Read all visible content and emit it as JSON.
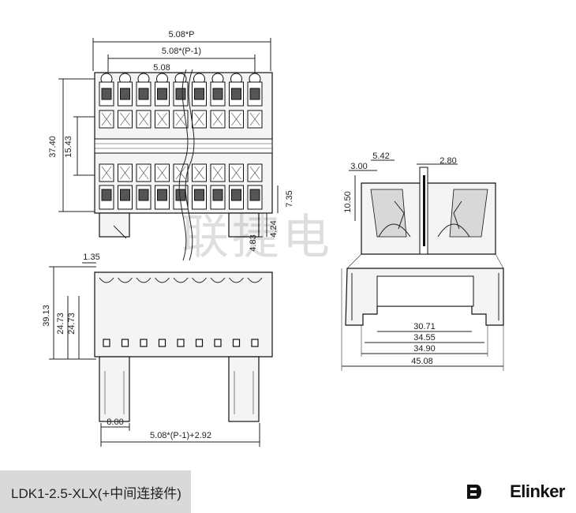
{
  "top_view": {
    "dim_total": "5.08*P",
    "dim_span": "5.08*(P-1)",
    "dim_pitch": "5.08",
    "dim_height": "37.40",
    "dim_mid": "15.43",
    "dim_side_a": "7.35",
    "dim_side_b": "4.24",
    "dim_side_c": "4.83"
  },
  "front_view": {
    "dim_top": "1.35",
    "dim_height": "39.13",
    "dim_a": "24.73",
    "dim_b": "24.73",
    "dim_foot": "8.00",
    "dim_bottom": "5.08*(P-1)+2.92"
  },
  "side_view": {
    "dim_a": "5.42",
    "dim_b": "2.80",
    "dim_c": "3.00",
    "dim_d": "10.50",
    "dim_e": "30.71",
    "dim_f": "34.55",
    "dim_g": "34.90",
    "dim_h": "45.08"
  },
  "watermark": "联捷电",
  "footer": {
    "part_label": "LDK1-2.5-XLX(+中间连接件)",
    "brand": "Elinker"
  }
}
